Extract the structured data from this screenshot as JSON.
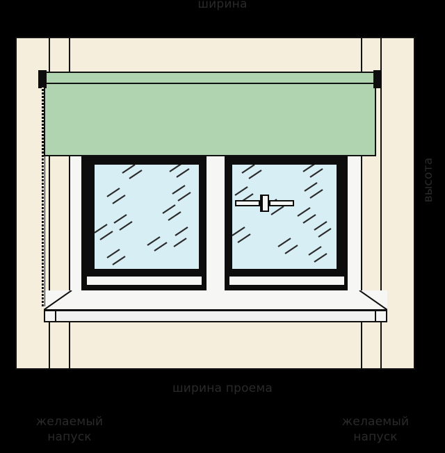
{
  "diagram": {
    "title_label": "ширина",
    "labels": {
      "width_top": "ширина",
      "opening_width_bottom": "ширина проема",
      "height_right": "высота",
      "overlap_left": "желаемый\nнапуск",
      "overlap_right": "желаемый\nнапуск"
    },
    "colors": {
      "wall": "#f5eedc",
      "blind": "#b0d4b0",
      "glass": "#d7eef4",
      "frame": "#0d0d0d",
      "sill": "#f6f6f4",
      "background": "#000000",
      "text": "#2a2a2a"
    },
    "parts": {
      "roller_blind": "roller-blind",
      "blind_tube": "blind-roller-tube",
      "bracket_left": "blind-bracket-left",
      "bracket_right": "blind-bracket-right",
      "pull_chain": "blind-pull-chain",
      "window_frame": "window-frame",
      "sash_left": "window-sash-left",
      "sash_right": "window-sash-right",
      "handle_left": "window-handle-left",
      "handle_right": "window-handle-right",
      "window_sill": "window-sill",
      "wall": "wall-surface"
    }
  }
}
